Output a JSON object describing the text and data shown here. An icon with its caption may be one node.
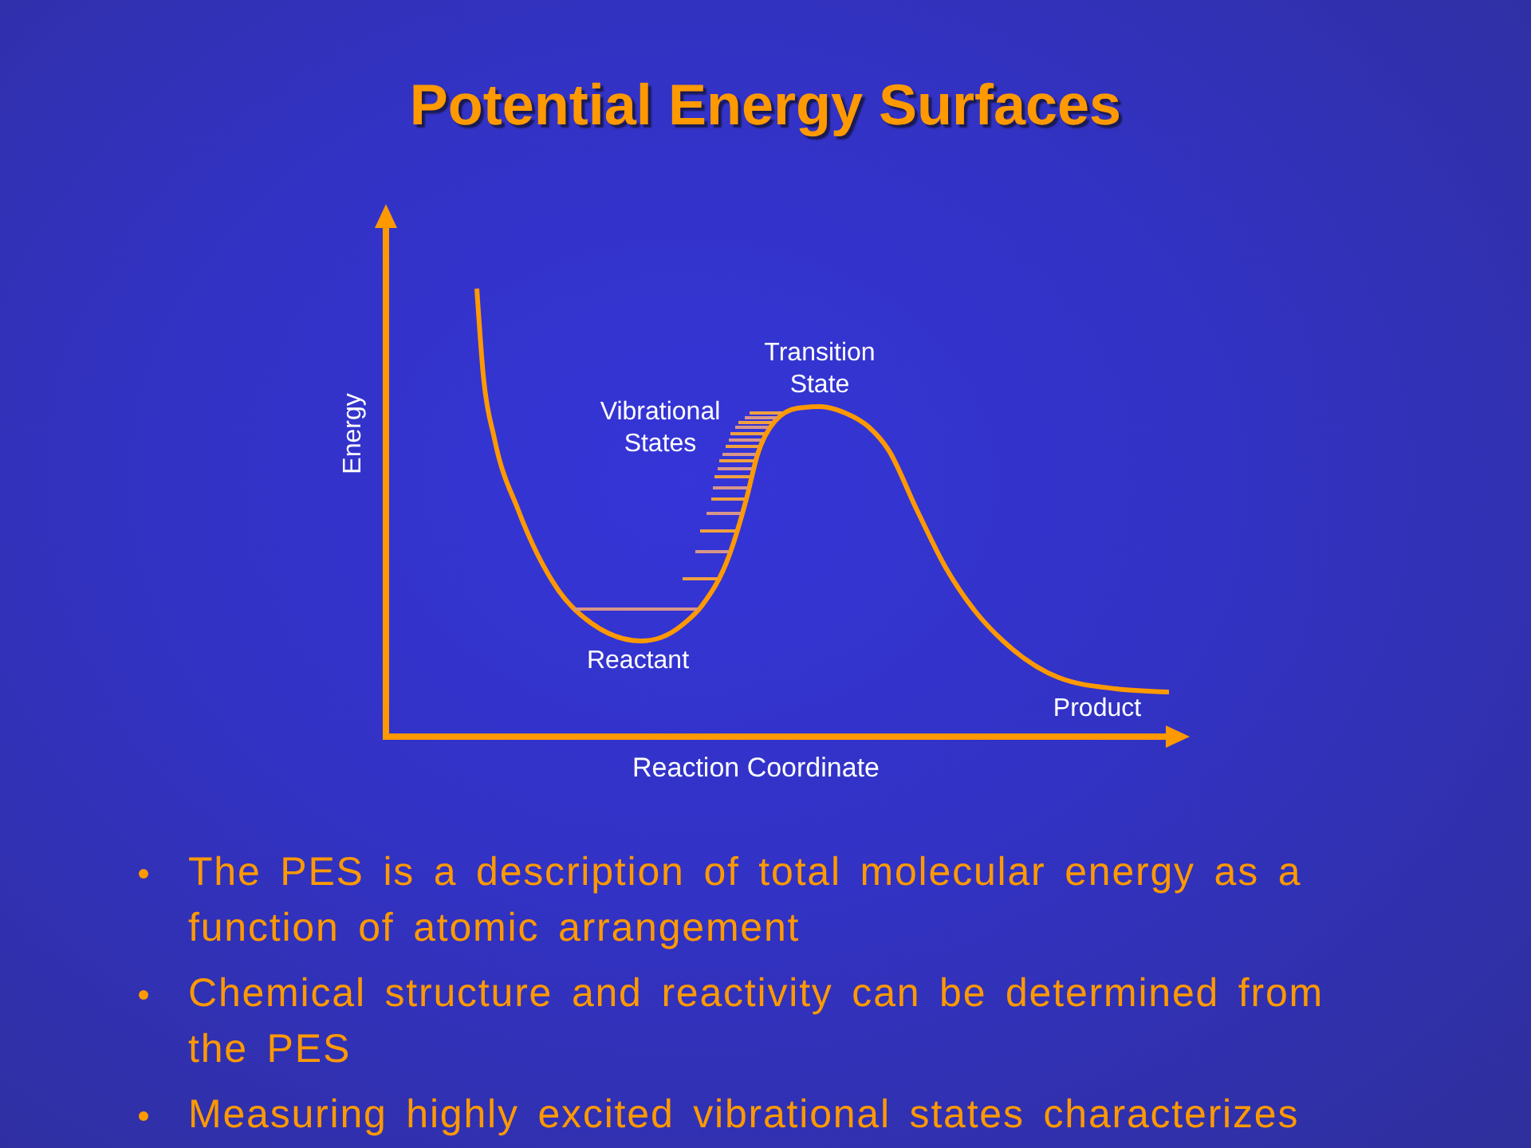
{
  "diagram": {
    "title": "Potential Energy Surfaces",
    "labels": [
      "Energy",
      "Transition State",
      "Vibrational States",
      "Reactant",
      "Product",
      "Reaction Coordinate",
      "The PES is a description of total molecular energy as a function of atomic arrangement",
      "Chemical structure and reactivity can be determined from the PES",
      "Measuring highly excited vibrational states characterizes"
    ]
  }
}
